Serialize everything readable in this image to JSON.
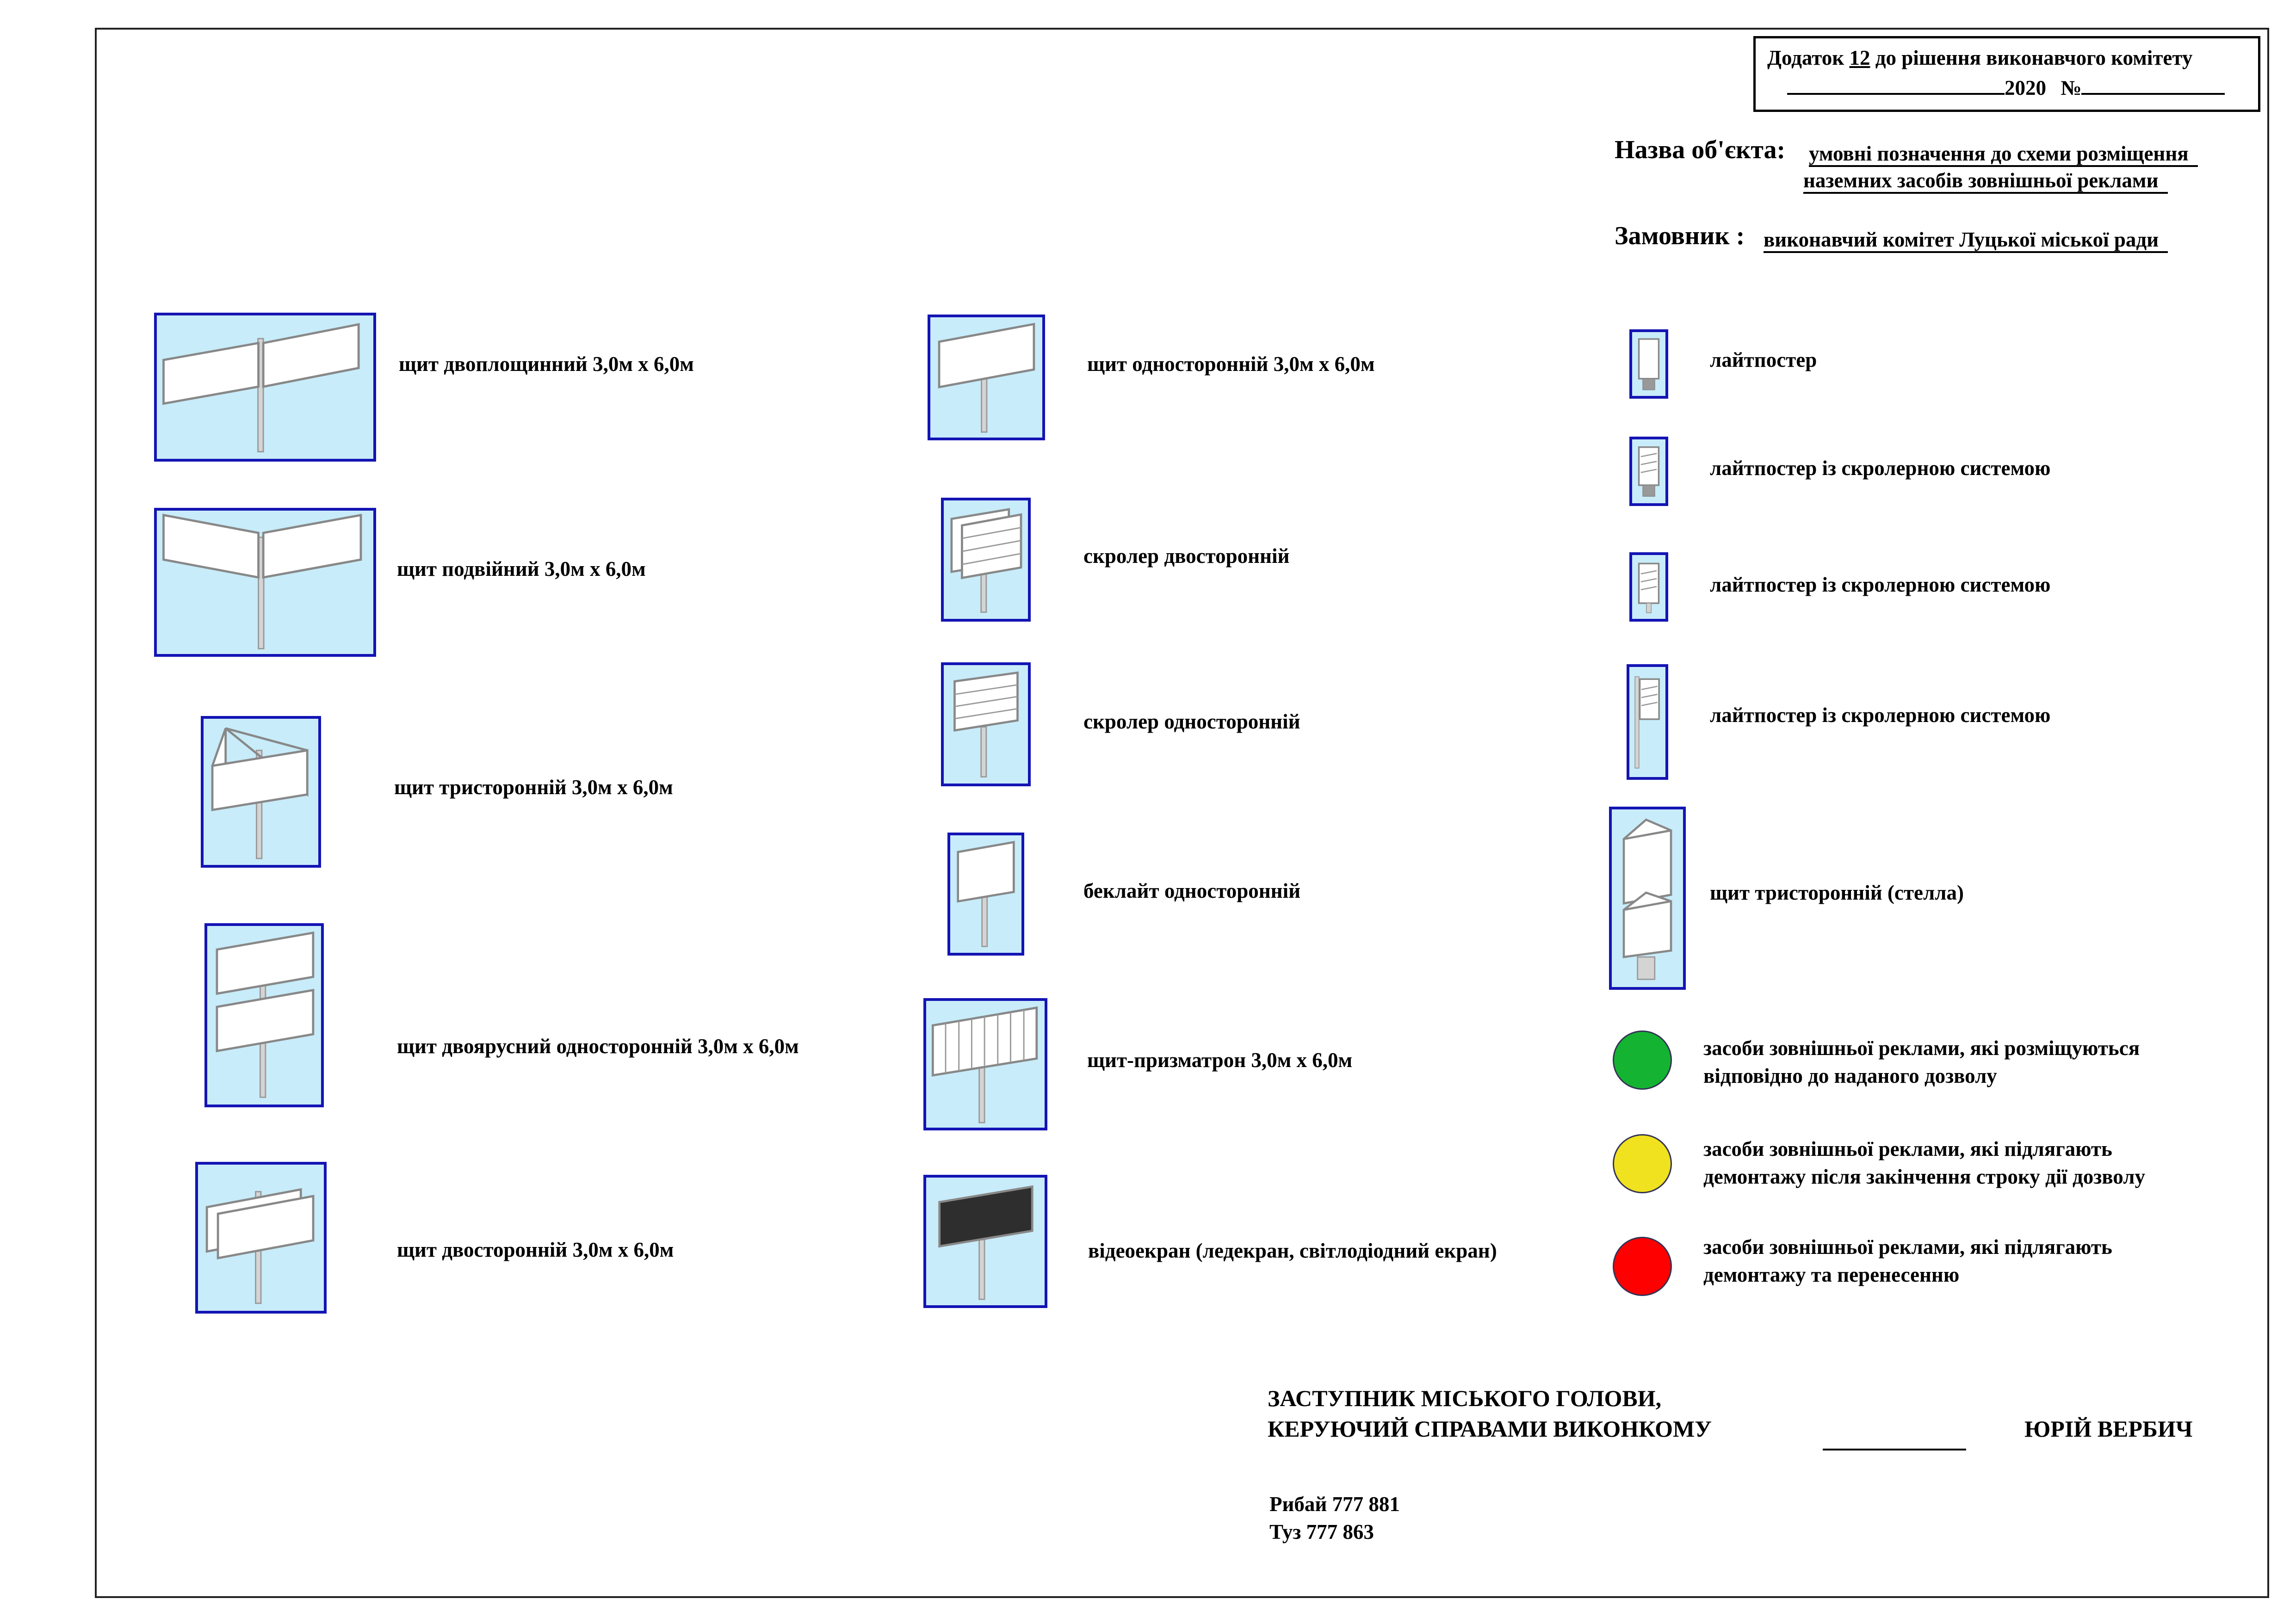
{
  "stamp": {
    "prefix": "Додаток",
    "number": "12",
    "suffix": "до рішення виконавчого комітету",
    "year": "2020",
    "no_sign": "№"
  },
  "object": {
    "label": "Назва об'єкта:",
    "line1": "умовні позначення до схеми розміщення",
    "line2": "наземних засобів зовнішньої реклами"
  },
  "customer": {
    "label": "Замовник :",
    "value": "виконавчий комітет Луцької міської ради"
  },
  "legend": {
    "col1": [
      "щит двоплощинний 3,0м х 6,0м",
      "щит подвійний 3,0м х 6,0м",
      "щит тристоронній 3,0м х 6,0м",
      "щит двоярусний односторонній 3,0м х 6,0м",
      "щит двосторонній 3,0м х 6,0м"
    ],
    "col2": [
      "щит односторонній 3,0м х 6,0м",
      "скролер двосторонній",
      "скролер односторонній",
      "беклайт односторонній",
      "щит-призматрон 3,0м х 6,0м",
      "відеоекран (ледекран, світлодіодний екран)"
    ],
    "col3": [
      "лайтпостер",
      "лайтпостер із скролерною системою",
      "лайтпостер із скролерною системою",
      "лайтпостер із скролерною системою",
      "щит тристоронній (стелла)"
    ],
    "status": [
      {
        "color": "#14b432",
        "line1": "засоби зовнішньої реклами, які розміщуються",
        "line2": "відповідно до наданого дозволу"
      },
      {
        "color": "#f0e21e",
        "line1": "засоби зовнішньої реклами, які підлягають",
        "line2": "демонтажу після закінчення строку дії дозволу"
      },
      {
        "color": "#ff0000",
        "line1": "засоби зовнішньої реклами, які підлягають",
        "line2": "демонтажу та перенесенню"
      }
    ]
  },
  "signature": {
    "line1": "ЗАСТУПНИК МІСЬКОГО ГОЛОВИ,",
    "line2": "КЕРУЮЧИЙ СПРАВАМИ ВИКОНКОМУ",
    "name": "ЮРІЙ ВЕРБИЧ"
  },
  "contacts": [
    "Рибай 777 881",
    "Туз 777 863"
  ]
}
